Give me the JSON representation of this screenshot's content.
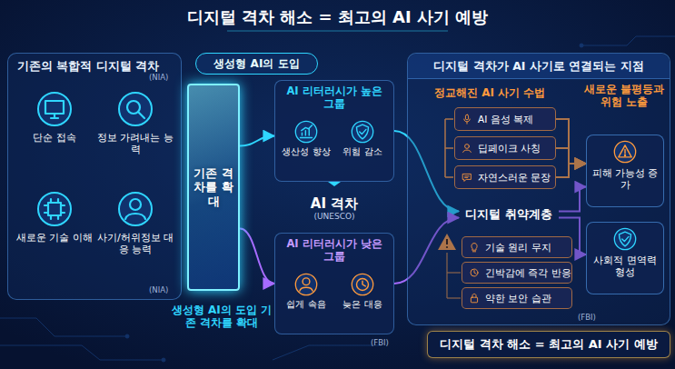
{
  "diagram": {
    "title": "디지털 격차 해소 = 최고의 AI 사기 예방",
    "nodes": [
      {
        "text": [
          "기존의 복합적 디지털 격차"
        ]
      },
      {
        "text": [
          "단순 접속"
        ],
        "in": 0
      },
      {
        "text": [
          "정보 가려내는 능력"
        ],
        "in": 0
      },
      {
        "text": [
          "새로운 기술 이해"
        ],
        "in": 0
      },
      {
        "text": [
          "사기/허위정보 대응 능력"
        ],
        "in": 0
      },
      {
        "text": [
          "생성형 AI의 도입"
        ]
      },
      {
        "text": [
          "기존 격차를 확대"
        ]
      },
      {
        "text": [
          "AI 리터러시가 높은 그룹"
        ]
      },
      {
        "text": [
          "생산성 향상"
        ],
        "in": 7
      },
      {
        "text": [
          "위험 감소"
        ],
        "in": 7
      },
      {
        "text": [
          "AI 격차",
          "(UNESCO)"
        ]
      },
      {
        "text": [
          "AI 리터러시가 낮은 그룹"
        ]
      },
      {
        "text": [
          "쉽게 속음"
        ],
        "in": 11
      },
      {
        "text": [
          "늦은 대응"
        ],
        "in": 11
      },
      {
        "text": [
          "디지털 격차가 AI 사기로 연결되는 지점"
        ]
      },
      {
        "text": [
          "AI 음성 복제"
        ],
        "in": 14
      },
      {
        "text": [
          "딥페이크 사칭"
        ],
        "in": 14
      },
      {
        "text": [
          "자연스러운 문장"
        ],
        "in": 14
      },
      {
        "text": [
          "디지털 취약계층"
        ],
        "in": 14
      },
      {
        "text": [
          "기술 원리 무지"
        ],
        "in": 14
      },
      {
        "text": [
          "긴박감에 즉각 반응"
        ],
        "in": 14
      },
      {
        "text": [
          "약한 보안 습관"
        ],
        "in": 14
      },
      {
        "text": [
          "피해 가능성 증가"
        ],
        "in": 14
      },
      {
        "text": [
          "사회적 면역력 형성"
        ],
        "in": 14
      },
      {
        "text": [
          "디지털 격차 해소 = 최고의 AI 사기 예방"
        ]
      }
    ],
    "edges": [
      {
        "from": 6,
        "to": 7,
        "arrow": "to"
      },
      {
        "from": 6,
        "to": 11,
        "arrow": "to"
      },
      {
        "from": 7,
        "to": 18,
        "arrow": "to"
      },
      {
        "from": 11,
        "to": 18,
        "arrow": "to"
      },
      {
        "from": 15,
        "to": 22,
        "arrow": "to"
      },
      {
        "from": 16,
        "to": 22,
        "arrow": "to"
      },
      {
        "from": 17,
        "to": 22,
        "arrow": "to"
      },
      {
        "from": 18,
        "to": 22,
        "arrow": "to"
      },
      {
        "from": 18,
        "to": 23,
        "arrow": "to"
      }
    ],
    "labels": [
      "(NIA)",
      "(NIA)",
      "생성형 AI의 도입 기존 격차를 확대",
      "(FBI)",
      "정교해진 AI 사기 수법",
      "새로운 불평등과 위험 노출",
      "(FBI)"
    ]
  }
}
